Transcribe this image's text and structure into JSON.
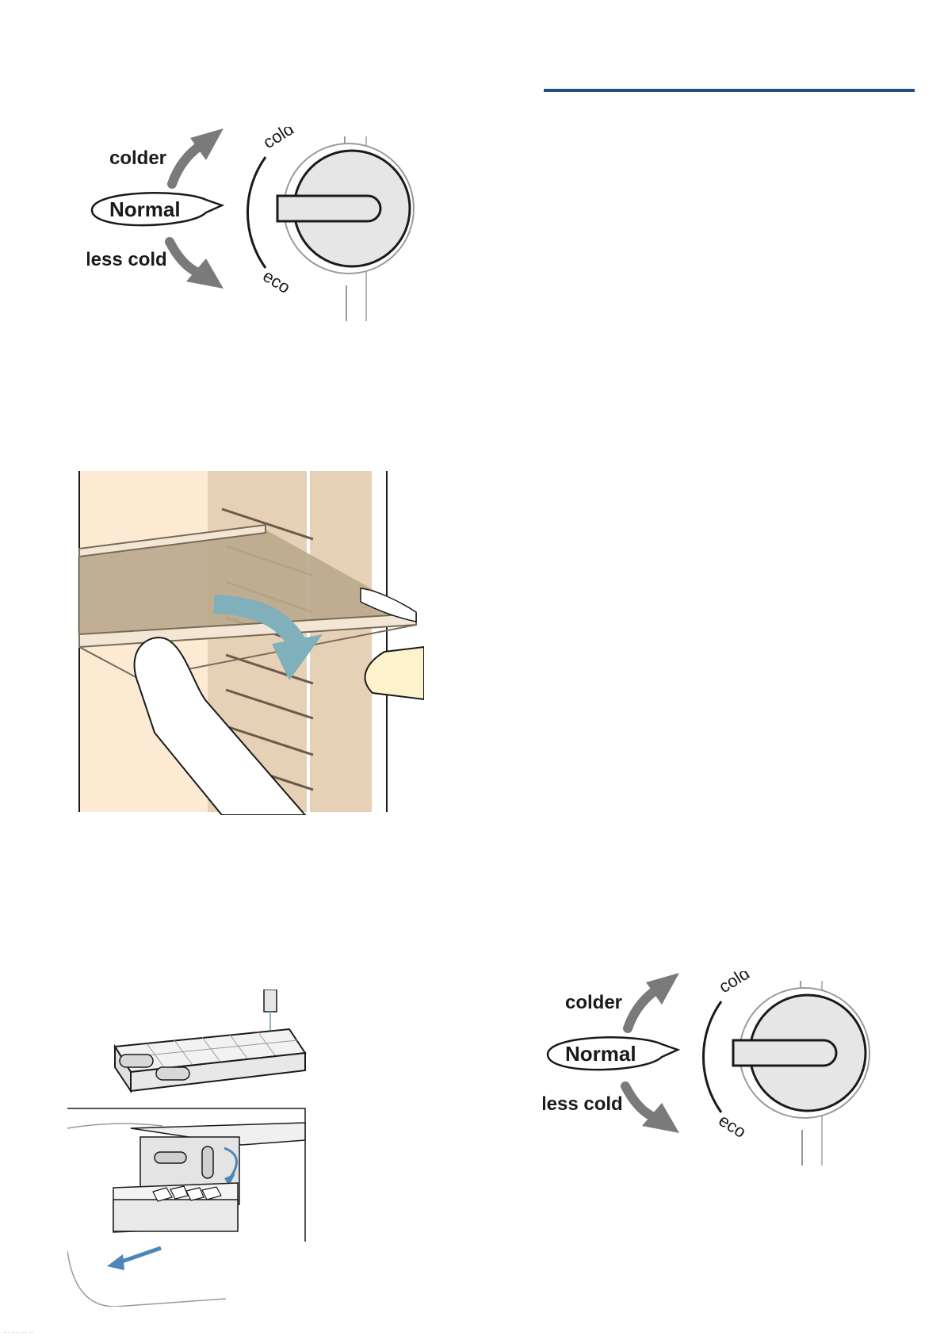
{
  "colors": {
    "rule": "#1f4e8c",
    "arrow": "#7a7a7a",
    "panel_light": "#fcebd2",
    "panel_dark": "#e6d1b6",
    "glass": "#bca98f",
    "accent_arrow": "#7fb0bb",
    "ice_arrow": "#4a86b8"
  },
  "dial_top": {
    "colder": "colder",
    "normal": "Normal",
    "less_cold": "less cold",
    "cold": "cold",
    "eco": "eco"
  },
  "dial_bottom": {
    "colder": "colder",
    "normal": "Normal",
    "less_cold": "less cold",
    "cold": "cold",
    "eco": "eco"
  },
  "footer": "···  ···· ··· ··"
}
